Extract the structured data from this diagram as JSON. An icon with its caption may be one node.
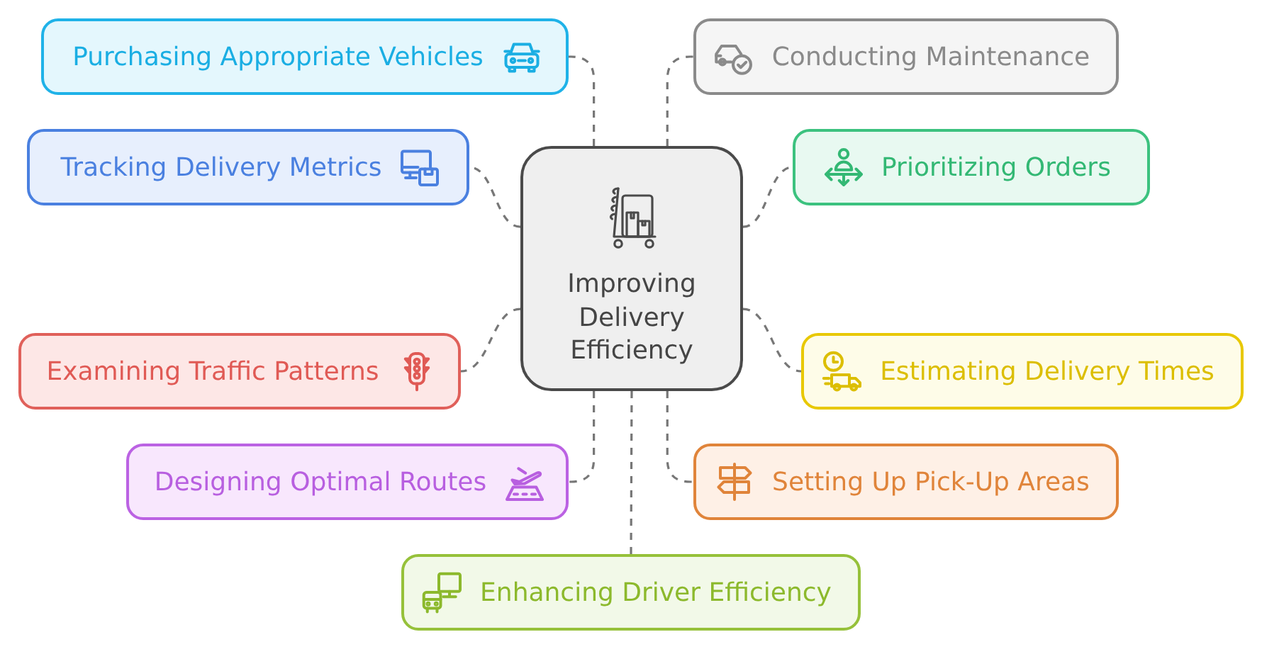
{
  "diagram": {
    "nodes": [
      {
        "text": [
          "Improving Delivery Efficiency"
        ]
      },
      {
        "text": [
          "Purchasing Appropriate Vehicles"
        ]
      },
      {
        "text": [
          "Conducting Maintenance"
        ]
      },
      {
        "text": [
          "Tracking Delivery Metrics"
        ]
      },
      {
        "text": [
          "Prioritizing Orders"
        ]
      },
      {
        "text": [
          "Examining Traffic Patterns"
        ]
      },
      {
        "text": [
          "Estimating Delivery Times"
        ]
      },
      {
        "text": [
          "Designing Optimal Routes"
        ]
      },
      {
        "text": [
          "Setting Up Pick-Up Areas"
        ]
      },
      {
        "text": [
          "Enhancing Driver Efficiency"
        ]
      }
    ],
    "edges": [
      {
        "from": 0,
        "to": 1,
        "arrow": "none"
      },
      {
        "from": 0,
        "to": 2,
        "arrow": "none"
      },
      {
        "from": 0,
        "to": 3,
        "arrow": "none"
      },
      {
        "from": 0,
        "to": 4,
        "arrow": "none"
      },
      {
        "from": 0,
        "to": 5,
        "arrow": "none"
      },
      {
        "from": 0,
        "to": 6,
        "arrow": "none"
      },
      {
        "from": 0,
        "to": 7,
        "arrow": "none"
      },
      {
        "from": 0,
        "to": 8,
        "arrow": "none"
      },
      {
        "from": 0,
        "to": 9,
        "arrow": "none"
      }
    ]
  }
}
